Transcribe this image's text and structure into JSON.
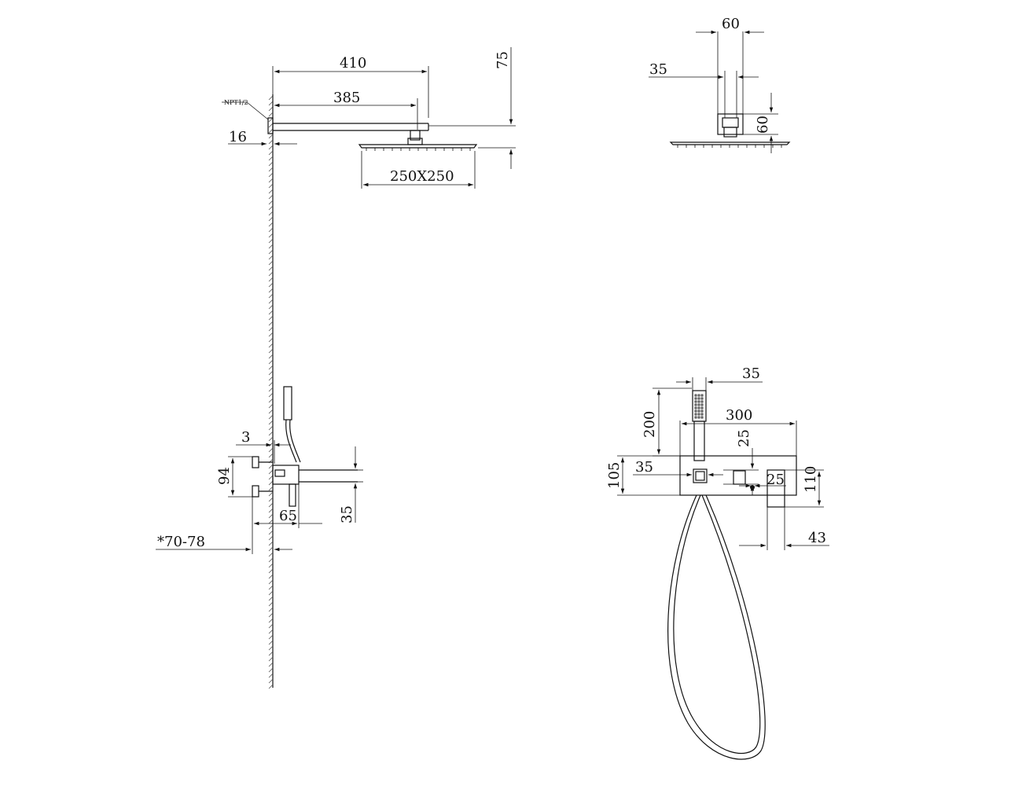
{
  "dimensions": {
    "arm_length": "410",
    "arm_reach": "385",
    "arm_drop": "75",
    "flange_depth": "16",
    "head_size": "250X250",
    "thread_spec": "NPT1/2",
    "top_width": "60",
    "top_inner": "35",
    "top_height": "60",
    "plate_gap": "3",
    "plate_height": "94",
    "spout_projection": "65",
    "spout_diameter": "35",
    "wall_depth": "*70-78",
    "handheld_width": "35",
    "handheld_height": "200",
    "panel_width": "300",
    "knob_size": "25",
    "holder_size": "35",
    "panel_height": "105",
    "knob_inner": "25",
    "spout_height": "110",
    "spout_width": "43"
  }
}
